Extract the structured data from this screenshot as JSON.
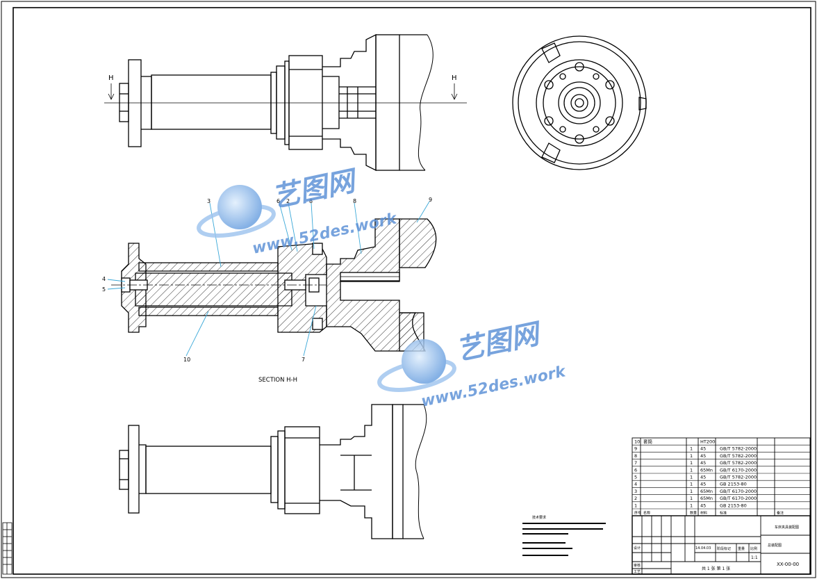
{
  "views": {
    "section_marker_left": "H",
    "section_marker_right": "H",
    "section_caption": "SECTION H-H"
  },
  "balloons": [
    "3",
    "6",
    "2",
    "8",
    "8",
    "9",
    "4",
    "5",
    "10",
    "7"
  ],
  "watermark": {
    "brand": "艺图网",
    "url": "www.52des.work",
    "colors": {
      "blue": "#5a8fd6",
      "light": "#9ec4ee"
    }
  },
  "bom": {
    "rows": [
      {
        "no": "10",
        "name": "套筒",
        "qty": "",
        "material": "HT200",
        "standard": ""
      },
      {
        "no": "9",
        "name": "",
        "qty": "1",
        "material": "45",
        "standard": "GB/T 5782-2000"
      },
      {
        "no": "8",
        "name": "",
        "qty": "1",
        "material": "45",
        "standard": "GB/T 5782-2000"
      },
      {
        "no": "7",
        "name": "",
        "qty": "1",
        "material": "45",
        "standard": "GB/T 5782-2000"
      },
      {
        "no": "6",
        "name": "",
        "qty": "1",
        "material": "65Mn",
        "standard": "GB/T 6170-2000"
      },
      {
        "no": "5",
        "name": "",
        "qty": "1",
        "material": "45",
        "standard": "GB/T 5782-2000"
      },
      {
        "no": "4",
        "name": "",
        "qty": "1",
        "material": "45",
        "standard": "GB 2153-80"
      },
      {
        "no": "3",
        "name": "",
        "qty": "1",
        "material": "65Mn",
        "standard": "GB/T 6170-2000"
      },
      {
        "no": "2",
        "name": "",
        "qty": "1",
        "material": "65Mn",
        "standard": "GB/T 6170-2000"
      },
      {
        "no": "1",
        "name": "",
        "qty": "1",
        "material": "45",
        "standard": "GB 2153-80"
      }
    ],
    "header": {
      "no": "序号",
      "name": "名称",
      "qty": "数量",
      "material": "材料",
      "standard": "标准",
      "remark": "备注"
    }
  },
  "notes": {
    "title": "技术要求"
  },
  "title_block": {
    "drawing_name": "车床夹具装配图",
    "sub_name": "总装配图",
    "date": "14.04.03",
    "scale": "1:1",
    "drawing_no": "XX-00-00",
    "sheets": "共 1 张  第 1 张",
    "labels": {
      "stage": "阶段标记",
      "weight": "重量",
      "ratio": "比例",
      "design": "设计",
      "review": "审核",
      "craft": "工艺"
    }
  }
}
